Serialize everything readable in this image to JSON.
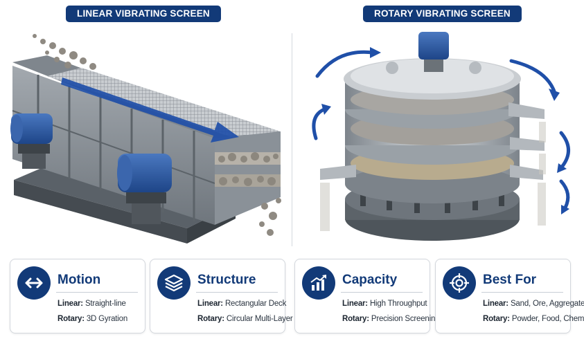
{
  "headers": {
    "linear": "LINEAR VIBRATING SCREEN",
    "rotary": "ROTARY VIBRATING SCREEN"
  },
  "cards": [
    {
      "title": "Motion",
      "icon": "double-arrow-icon",
      "linear_label": "Linear:",
      "linear_value": "Straight-line",
      "rotary_label": "Rotary:",
      "rotary_value": "3D Gyration"
    },
    {
      "title": "Structure",
      "icon": "layers-icon",
      "linear_label": "Linear:",
      "linear_value": "Rectangular Deck",
      "rotary_label": "Rotary:",
      "rotary_value": "Circular Multi-Layer"
    },
    {
      "title": "Capacity",
      "icon": "bar-chart-growth-icon",
      "linear_label": "Linear:",
      "linear_value": "High Throughput",
      "rotary_label": "Rotary:",
      "rotary_value": "Precision Screening"
    },
    {
      "title": "Best For",
      "icon": "target-icon",
      "linear_label": "Linear:",
      "linear_value": "Sand, Ore, Aggregate",
      "rotary_label": "Rotary:",
      "rotary_value": "Powder, Food, Chemical"
    }
  ],
  "colors": {
    "navy": "#123a78",
    "steel": "#8d949b",
    "motor_blue": "#2c5aa0",
    "arrow_blue": "#1f4fa8"
  }
}
